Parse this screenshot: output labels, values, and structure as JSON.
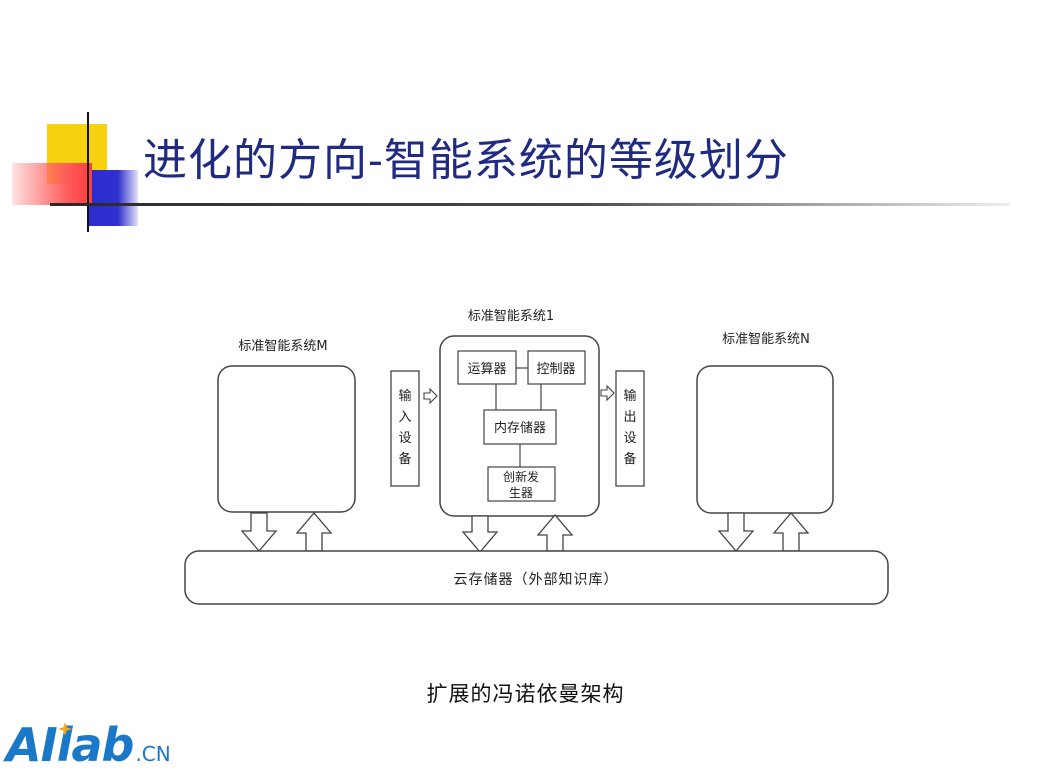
{
  "slide": {
    "title": "进化的方向-智能系统的等级划分",
    "caption": "扩展的冯诺依曼架构"
  },
  "diagram": {
    "system_m_label": "标准智能系统M",
    "system_1_label": "标准智能系统1",
    "system_n_label": "标准智能系统N",
    "input_device": [
      "输",
      "入",
      "设",
      "备"
    ],
    "output_device": [
      "输",
      "出",
      "设",
      "备"
    ],
    "alu": "运算器",
    "controller": "控制器",
    "memory": "内存储器",
    "innovation_generator": [
      "创新发",
      "生器"
    ],
    "cloud_storage": "云存储器（外部知识库）"
  },
  "logo": {
    "brand": "AIlab",
    "suffix": ".CN"
  },
  "colors": {
    "title": "#1f2a80",
    "logo": "#1a78c8",
    "deco_yellow": "#f5d10f",
    "deco_red": "#ff5a5a",
    "deco_blue": "#2b2bd0"
  }
}
